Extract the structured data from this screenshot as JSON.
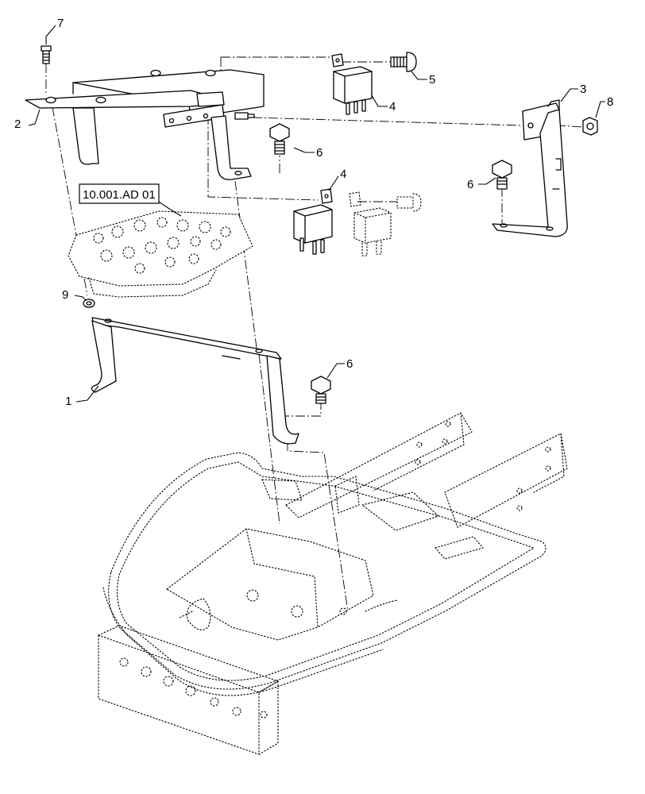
{
  "callouts": {
    "c1": "1",
    "c2": "2",
    "c3": "3",
    "c4a": "4",
    "c4b": "4",
    "c5": "5",
    "c6a": "6",
    "c6b": "6",
    "c6c": "6",
    "c7": "7",
    "c8": "8",
    "c9": "9"
  },
  "reference": {
    "label": "10.001.AD 01"
  }
}
